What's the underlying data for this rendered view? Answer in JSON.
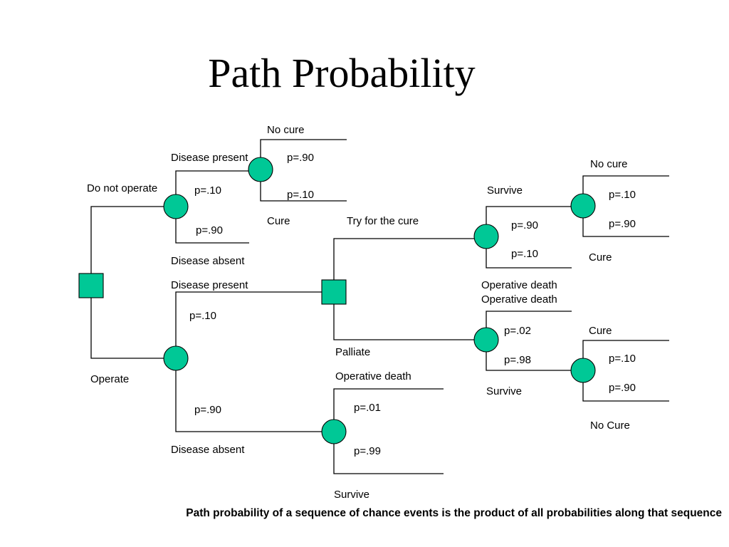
{
  "title": "Path Probability",
  "footer": "Path probability of a sequence of chance events is the product of all probabilities along that sequence",
  "colors": {
    "node_fill": "#00c896",
    "line": "#000000",
    "background": "#ffffff"
  },
  "branch_labels": {
    "do_not_operate": "Do not operate",
    "operate": "Operate",
    "disease_present_top": "Disease present",
    "disease_absent_top": "Disease absent",
    "no_cure_top": "No cure",
    "cure_top": "Cure",
    "disease_present_bottom": "Disease present",
    "disease_absent_bottom": "Disease absent",
    "try_for_cure": "Try for the cure",
    "palliate": "Palliate",
    "survive_cure": "Survive",
    "operative_death_cure": "Operative death",
    "no_cure_right": "No cure",
    "cure_right": "Cure",
    "operative_death_palliate": "Operative death",
    "survive_palliate": "Survive",
    "cure_palliate": "Cure",
    "no_cure_palliate": "No Cure",
    "operative_death_absent": "Operative death",
    "survive_absent": "Survive"
  },
  "probabilities": {
    "p_disease_present_top": "p=.10",
    "p_disease_absent_top": "p=.90",
    "p_no_cure_top": "p=.90",
    "p_cure_top": "p=.10",
    "p_disease_present_bottom": "p=.10",
    "p_disease_absent_bottom": "p=.90",
    "p_survive_cure": "p=.90",
    "p_operative_death_cure": "p=.10",
    "p_no_cure_right": "p=.10",
    "p_cure_right": "p=.90",
    "p_operative_death_palliate": "p=.02",
    "p_survive_palliate": "p=.98",
    "p_cure_palliate": "p=.10",
    "p_no_cure_palliate": "p=.90",
    "p_operative_death_absent": "p=.01",
    "p_survive_absent": "p=.99"
  }
}
